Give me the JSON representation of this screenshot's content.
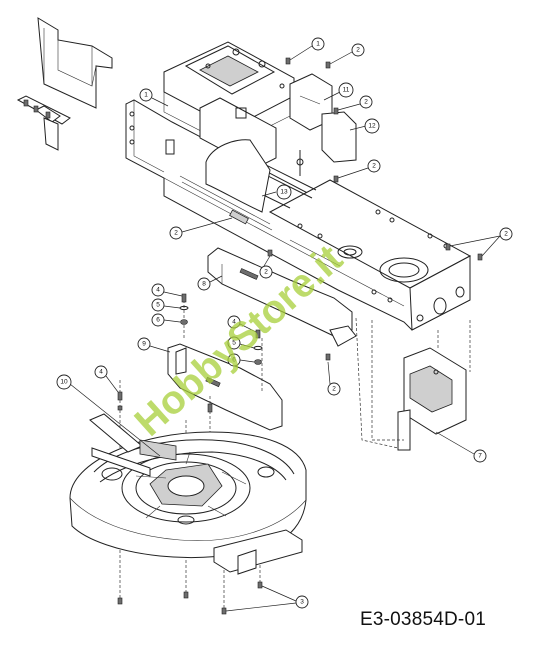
{
  "diagram": {
    "drawing_code": "E3-03854D-01",
    "watermark": "HobbyStore.it",
    "callouts": [
      "1",
      "2",
      "3",
      "4",
      "5",
      "6",
      "7",
      "8",
      "9",
      "10",
      "11",
      "12",
      "13"
    ]
  }
}
